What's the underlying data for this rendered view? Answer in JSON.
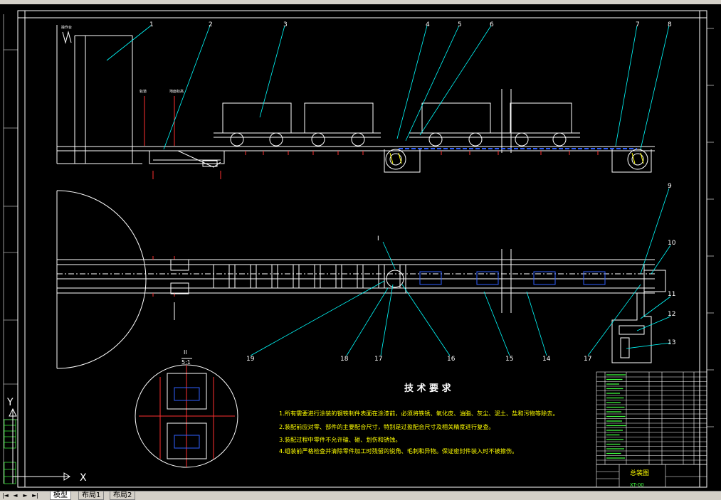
{
  "window": {
    "layout_tabs": [
      {
        "label": "模型",
        "active": true
      },
      {
        "label": "布局1",
        "active": false
      },
      {
        "label": "布局2",
        "active": false
      }
    ],
    "nav_buttons": [
      "|◄",
      "◄",
      "►",
      "►|"
    ]
  },
  "drawing": {
    "part_numbers": [
      "1",
      "2",
      "3",
      "4",
      "5",
      "6",
      "7",
      "8",
      "9",
      "10",
      "11",
      "12",
      "13",
      "14",
      "15",
      "16",
      "17",
      "18",
      "19"
    ],
    "left_label": "操作台",
    "pit_label_1": "轨道",
    "pit_label_2": "地面标高",
    "detail_marker": "I",
    "detail_title": "II",
    "detail_scale": "5:1",
    "axis_x": "X",
    "axis_y": "Y"
  },
  "tech_requirements": {
    "title": "技 术 要 求",
    "items": [
      "1.所有需要进行涂装的钢铁制件表面在涂漆前，必须将铁锈、氧化皮、油脂、灰尘、泥土、盐和污物等除去。",
      "2.装配前应对零、部件的主要配合尺寸，特别是过盈配合尺寸及相关精度进行复查。",
      "3.装配过程中零件不允许磕、碰、划伤和锈蚀。",
      "4.组装前严格检查并清除零件加工时残留的锐角、毛刺和异物。保证密封件装入时不被擦伤。"
    ]
  },
  "title_block": {
    "drawing_name": "总装图",
    "drawing_no": "XT-00"
  },
  "colors": {
    "background": "#000000",
    "line": "#ffffff",
    "leader": "#00ffff",
    "red": "#ff3030",
    "blue": "#3060ff",
    "yellow": "#ffff00",
    "green": "#40ff40"
  }
}
